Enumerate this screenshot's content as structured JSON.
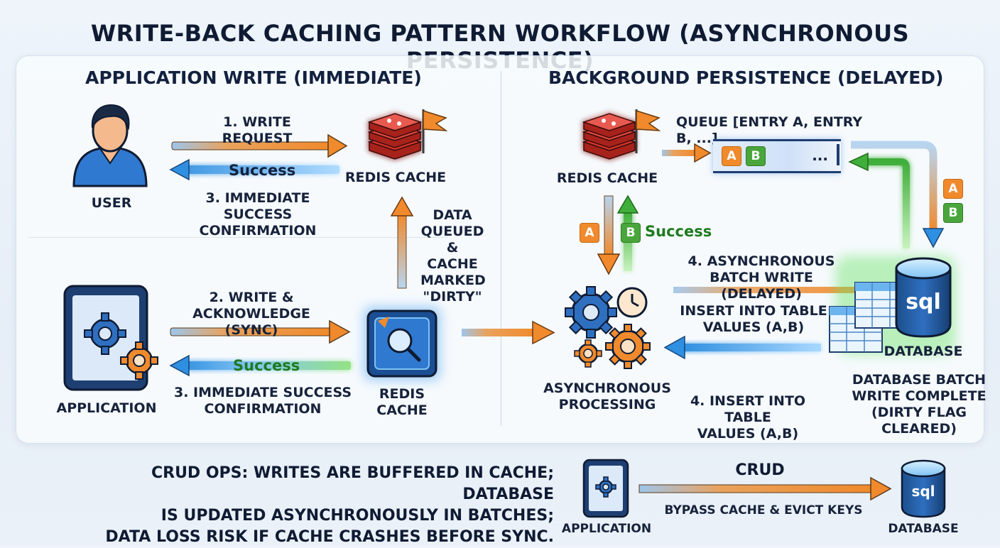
{
  "title": "WRITE-BACK CACHING PATTERN WORKFLOW (ASYNCHRONOUS PERSISTENCE)",
  "left": {
    "heading": "APPLICATION WRITE (IMMEDIATE)",
    "user_label": "USER",
    "write_request": "1. WRITE REQUEST",
    "success": "Success",
    "confirm1_line1": "3. IMMEDIATE SUCCESS",
    "confirm1_line2": "CONFIRMATION",
    "redis_label": "REDIS CACHE",
    "queued_lines": [
      "DATA",
      "QUEUED",
      "& CACHE",
      "MARKED",
      "\"DIRTY\""
    ],
    "app_label": "APPLICATION",
    "write_ack_line1": "2. WRITE &",
    "write_ack_line2": "ACKNOWLEDGE (SYNC)",
    "success2": "Success",
    "confirm2_line1": "3. IMMEDIATE SUCCESS",
    "confirm2_line2": "CONFIRMATION",
    "redis2_line1": "REDIS",
    "redis2_line2": "CACHE"
  },
  "right": {
    "heading": "BACKGROUND PERSISTENCE (DELAYED)",
    "queue_label": "QUEUE [ENTRY A, ENTRY B, ...]",
    "queue_chip_a": "A",
    "queue_chip_b": "B",
    "queue_dots": "...",
    "redis_label": "REDIS CACHE",
    "chip_a": "A",
    "chip_b": "B",
    "success": "Success",
    "side_chip_a": "A",
    "side_chip_b": "B",
    "batch_line1": "4. ASYNCHRONOUS",
    "batch_line2": "BATCH WRITE (DELAYED)",
    "insert_line1": "INSERT INTO TABLE",
    "insert_line2": "VALUES (A,B)",
    "sql": "sql",
    "database_label": "DATABASE",
    "async_line1": "ASYNCHRONOUS",
    "async_line2": "PROCESSING",
    "insert2_line1": "4. INSERT INTO TABLE",
    "insert2_line2": "VALUES (A,B)",
    "complete_lines": [
      "DATABASE BATCH",
      "WRITE COMPLETE",
      "(DIRTY FLAG",
      "CLEARED)"
    ]
  },
  "bottom": {
    "note_lines": [
      "CRUD OPS: WRITES ARE BUFFERED IN CACHE; DATABASE",
      "IS UPDATED ASYNCHRONOUSLY IN BATCHES;",
      "DATA LOSS RISK IF CACHE CRASHES BEFORE SYNC."
    ],
    "crud": "CRUD",
    "bypass": "BYPASS CACHE & EVICT KEYS",
    "app_label": "APPLICATION",
    "sql": "sql",
    "db_label": "DATABASE"
  },
  "colors": {
    "orange": "#f08a2c",
    "blue": "#2f6fc0",
    "green": "#3fae3a",
    "redis_red": "#d9342b",
    "navy": "#13213f"
  }
}
